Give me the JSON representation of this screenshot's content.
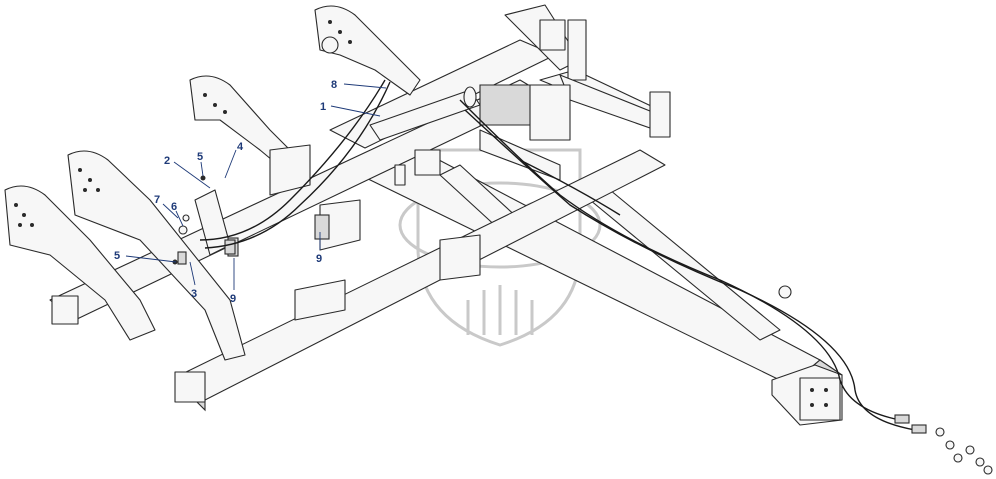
{
  "diagram": {
    "callouts": [
      {
        "id": "c1",
        "label": "1"
      },
      {
        "id": "c2",
        "label": "2"
      },
      {
        "id": "c3",
        "label": "3"
      },
      {
        "id": "c4",
        "label": "4"
      },
      {
        "id": "c5a",
        "label": "5"
      },
      {
        "id": "c5b",
        "label": "5"
      },
      {
        "id": "c6",
        "label": "6"
      },
      {
        "id": "c7",
        "label": "7"
      },
      {
        "id": "c8",
        "label": "8"
      },
      {
        "id": "c9a",
        "label": "9"
      },
      {
        "id": "c9b",
        "label": "9"
      }
    ],
    "colors": {
      "callout": "#1e3a78",
      "line": "#2a2a2a",
      "watermark": "#c9c9c9"
    }
  }
}
